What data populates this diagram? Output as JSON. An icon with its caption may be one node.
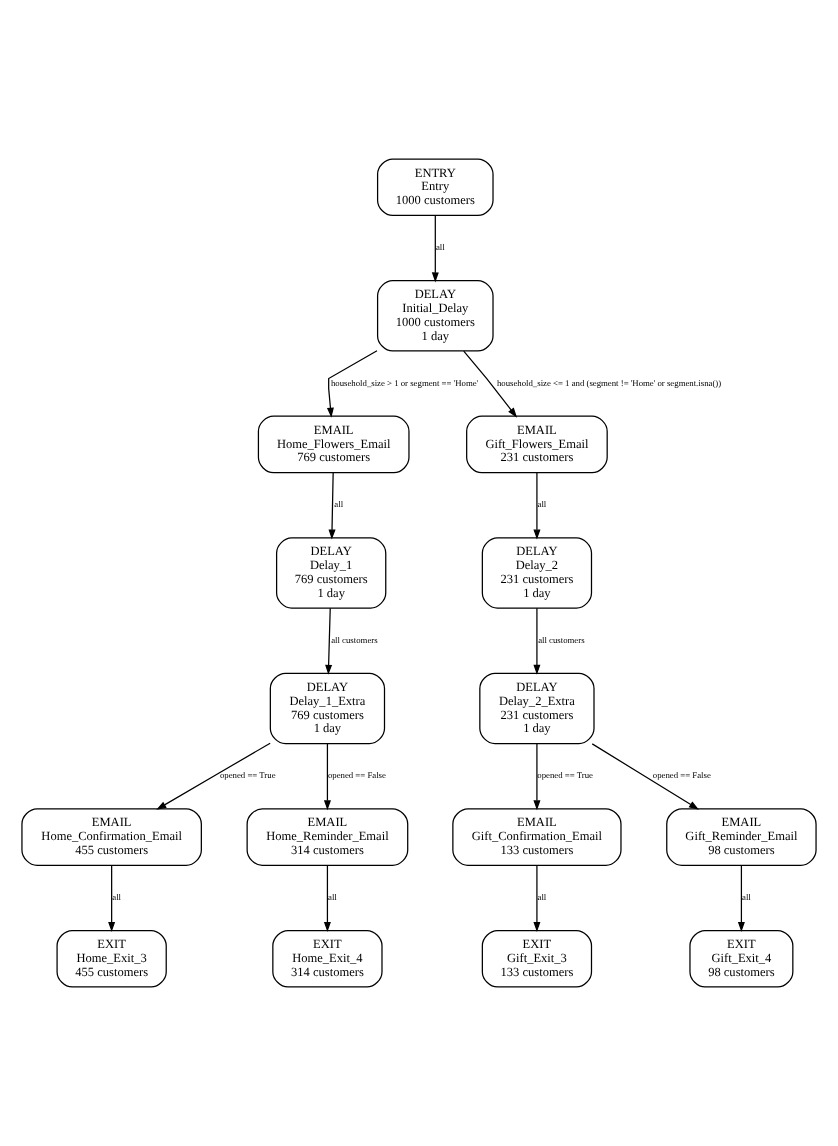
{
  "diagram": {
    "nodes": [
      {
        "text": [
          "ENTRY",
          "Entry",
          "1000 customers"
        ]
      },
      {
        "text": [
          "DELAY",
          "Initial_Delay",
          "1000 customers",
          "1 day"
        ]
      },
      {
        "text": [
          "EMAIL",
          "Home_Flowers_Email",
          "769 customers"
        ]
      },
      {
        "text": [
          "EMAIL",
          "Gift_Flowers_Email",
          "231 customers"
        ]
      },
      {
        "text": [
          "DELAY",
          "Delay_1",
          "769 customers",
          "1 day"
        ]
      },
      {
        "text": [
          "DELAY",
          "Delay_2",
          "231 customers",
          "1 day"
        ]
      },
      {
        "text": [
          "DELAY",
          "Delay_1_Extra",
          "769 customers",
          "1 day"
        ]
      },
      {
        "text": [
          "DELAY",
          "Delay_2_Extra",
          "231 customers",
          "1 day"
        ]
      },
      {
        "text": [
          "EMAIL",
          "Home_Confirmation_Email",
          "455 customers"
        ]
      },
      {
        "text": [
          "EMAIL",
          "Home_Reminder_Email",
          "314 customers"
        ]
      },
      {
        "text": [
          "EMAIL",
          "Gift_Confirmation_Email",
          "133 customers"
        ]
      },
      {
        "text": [
          "EMAIL",
          "Gift_Reminder_Email",
          "98 customers"
        ]
      },
      {
        "text": [
          "EXIT",
          "Home_Exit_3",
          "455 customers"
        ]
      },
      {
        "text": [
          "EXIT",
          "Home_Exit_4",
          "314 customers"
        ]
      },
      {
        "text": [
          "EXIT",
          "Gift_Exit_3",
          "133 customers"
        ]
      },
      {
        "text": [
          "EXIT",
          "Gift_Exit_4",
          "98 customers"
        ]
      }
    ],
    "edges": [
      {
        "from": 0,
        "to": 1,
        "arrow": "to",
        "label": "all"
      },
      {
        "from": 1,
        "to": 2,
        "arrow": "to",
        "label": "household_size > 1 or segment == 'Home'"
      },
      {
        "from": 1,
        "to": 3,
        "arrow": "to",
        "label": "household_size <= 1 and (segment != 'Home' or segment.isna())"
      },
      {
        "from": 2,
        "to": 4,
        "arrow": "to",
        "label": "all"
      },
      {
        "from": 3,
        "to": 5,
        "arrow": "to",
        "label": "all"
      },
      {
        "from": 4,
        "to": 6,
        "arrow": "to",
        "label": "all customers"
      },
      {
        "from": 5,
        "to": 7,
        "arrow": "to",
        "label": "all customers"
      },
      {
        "from": 6,
        "to": 8,
        "arrow": "to",
        "label": "opened == True"
      },
      {
        "from": 6,
        "to": 9,
        "arrow": "to",
        "label": "opened == False"
      },
      {
        "from": 7,
        "to": 10,
        "arrow": "to",
        "label": "opened == True"
      },
      {
        "from": 7,
        "to": 11,
        "arrow": "to",
        "label": "opened == False"
      },
      {
        "from": 8,
        "to": 12,
        "arrow": "to",
        "label": "all"
      },
      {
        "from": 9,
        "to": 13,
        "arrow": "to",
        "label": "all"
      },
      {
        "from": 10,
        "to": 14,
        "arrow": "to",
        "label": "all"
      },
      {
        "from": 11,
        "to": 15,
        "arrow": "to",
        "label": "all"
      }
    ]
  }
}
